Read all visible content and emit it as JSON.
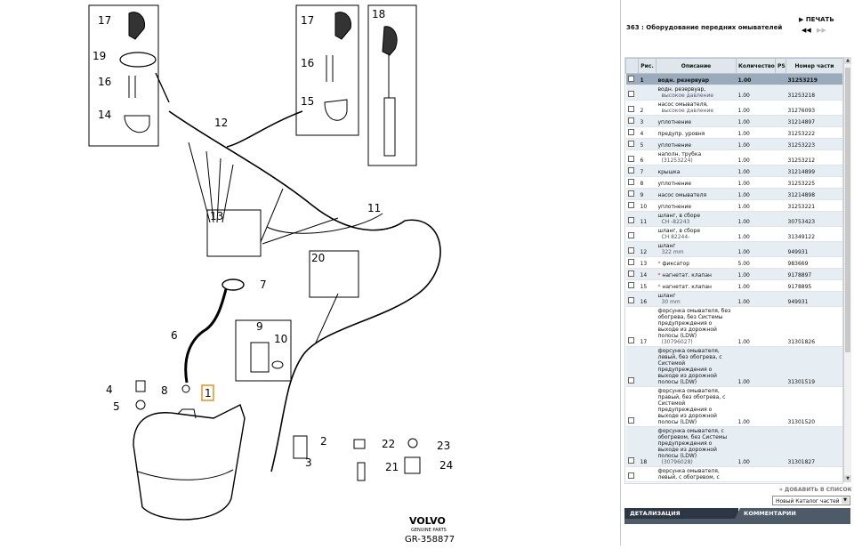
{
  "diagram": {
    "brand": "VOLVO",
    "brand_sub": "GENUINE PARTS",
    "ref": "GR-358877",
    "callouts": [
      "1",
      "2",
      "3",
      "4",
      "5",
      "6",
      "7",
      "8",
      "9",
      "10",
      "11",
      "12",
      "13",
      "14",
      "15",
      "16",
      "17",
      "18",
      "19",
      "20",
      "21",
      "22",
      "23",
      "24"
    ]
  },
  "panel": {
    "title": "363 : Оборудование передних омывателей",
    "print_label": "ПЕЧАТЬ",
    "nav_first": "◀◀",
    "nav_next": "▶▶",
    "columns": [
      "Рис.",
      "Описание",
      "Количество",
      "PS",
      "Номер части"
    ],
    "rows": [
      {
        "fig": "1",
        "desc": "водн. резервуар",
        "sub": "",
        "qty": "1.00",
        "part": "31253219"
      },
      {
        "fig": "",
        "desc": "водн. резервуар,",
        "sub": "высокое давление",
        "qty": "1.00",
        "part": "31253218"
      },
      {
        "fig": "2",
        "desc": "насос омывателя,",
        "sub": "высокое давление",
        "qty": "1.00",
        "part": "31276093"
      },
      {
        "fig": "3",
        "desc": "уплотнение",
        "sub": "",
        "qty": "1.00",
        "part": "31214897"
      },
      {
        "fig": "4",
        "desc": "предупр. уровня",
        "sub": "",
        "qty": "1.00",
        "part": "31253222"
      },
      {
        "fig": "5",
        "desc": "уплотнение",
        "sub": "",
        "qty": "1.00",
        "part": "31253223"
      },
      {
        "fig": "6",
        "desc": "наполн. трубка",
        "sub": "(31253224)",
        "qty": "1.00",
        "part": "31253212"
      },
      {
        "fig": "7",
        "desc": "крышка",
        "sub": "",
        "qty": "1.00",
        "part": "31214899"
      },
      {
        "fig": "8",
        "desc": "уплотнение",
        "sub": "",
        "qty": "1.00",
        "part": "31253225"
      },
      {
        "fig": "9",
        "desc": "насос омывателя",
        "sub": "",
        "qty": "1.00",
        "part": "31214898"
      },
      {
        "fig": "10",
        "desc": "уплотнение",
        "sub": "",
        "qty": "1.00",
        "part": "31253221"
      },
      {
        "fig": "11",
        "desc": "шланг, в сборе",
        "sub": "CH -82243",
        "qty": "1.00",
        "part": "30753423"
      },
      {
        "fig": "",
        "desc": "шланг, в сборе",
        "sub": "CH 82244-",
        "qty": "1.00",
        "part": "31349122"
      },
      {
        "fig": "12",
        "desc": "шланг",
        "sub": "322 mm",
        "qty": "1.00",
        "part": "949931"
      },
      {
        "fig": "13",
        "desc": "фиксатор",
        "sub": "",
        "qty": "5.00",
        "part": "983669",
        "star": "*"
      },
      {
        "fig": "14",
        "desc": "нагнетат. клапан",
        "sub": "",
        "qty": "1.00",
        "part": "9178897",
        "star": "*"
      },
      {
        "fig": "15",
        "desc": "нагнетат. клапан",
        "sub": "",
        "qty": "1.00",
        "part": "9178895",
        "star": "*"
      },
      {
        "fig": "16",
        "desc": "шланг",
        "sub": "30 mm",
        "qty": "1.00",
        "part": "949931"
      },
      {
        "fig": "17",
        "desc": "форсунка омывателя, без обогрева, без Системы предупреждения о выходе из дорожной полосы (LDW)",
        "sub": "(30796027)",
        "qty": "1.00",
        "part": "31301826"
      },
      {
        "fig": "",
        "desc": "форсунка омывателя, левый, без обогрева, с Системой предупреждения о выходе из дорожной полосы (LDW)",
        "sub": "",
        "qty": "1.00",
        "part": "31301519"
      },
      {
        "fig": "",
        "desc": "форсунка омывателя, правый, без обогрева, с Системой предупреждения о выходе из дорожной полосы (LDW)",
        "sub": "",
        "qty": "1.00",
        "part": "31301520"
      },
      {
        "fig": "18",
        "desc": "форсунка омывателя, с обогревом, без Системы предупреждения о выходе из дорожной полосы (LDW)",
        "sub": "(30796028)",
        "qty": "1.00",
        "part": "31301827"
      },
      {
        "fig": "",
        "desc": "форсунка омывателя, левый, с обогревом, с",
        "sub": "",
        "qty": "",
        "part": ""
      }
    ],
    "add_to_list": "ДОБАВИТЬ В СПИСОК",
    "list_select": "Новый Каталог частей",
    "tabs": [
      "ДЕТАЛИЗАЦИЯ",
      "КОММЕНТАРИИ"
    ]
  }
}
